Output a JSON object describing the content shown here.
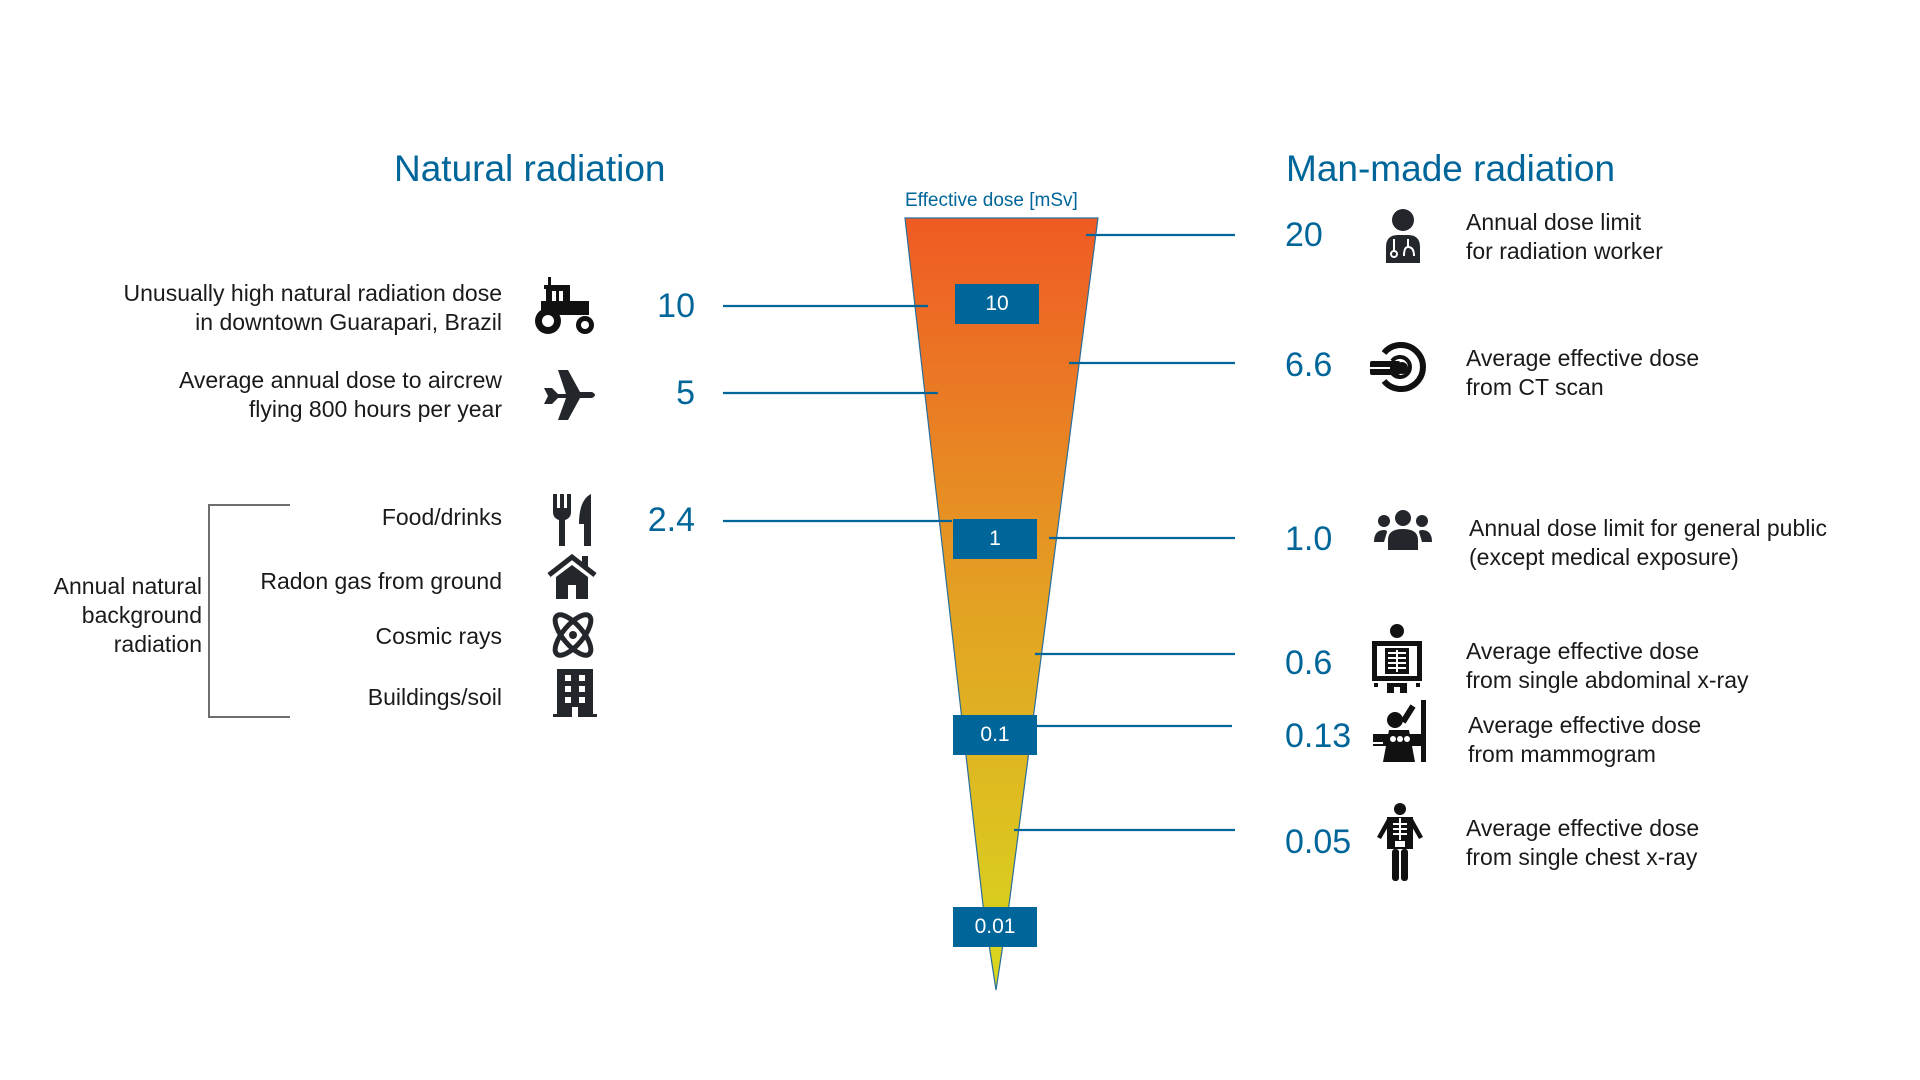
{
  "titles": {
    "natural": "Natural radiation",
    "manmade": "Man-made radiation",
    "axis": "Effective dose [mSv]"
  },
  "scale_markers": [
    "10",
    "1",
    "0.1",
    "0.01"
  ],
  "natural": {
    "items": [
      {
        "value": "10",
        "line1": "Unusually high natural radiation dose",
        "line2": "in downtown Guarapari, Brazil",
        "icon": "tractor-icon"
      },
      {
        "value": "5",
        "line1": "Average annual dose to aircrew",
        "line2": "flying 800 hours per year",
        "icon": "airplane-icon"
      },
      {
        "value": "2.4"
      }
    ],
    "background_group": {
      "label_lines": [
        "Annual natural",
        "background",
        "radiation"
      ],
      "sources": [
        {
          "label": "Food/drinks",
          "icon": "fork-knife-icon"
        },
        {
          "label": "Radon gas from ground",
          "icon": "house-icon"
        },
        {
          "label": "Cosmic rays",
          "icon": "atom-icon"
        },
        {
          "label": "Buildings/soil",
          "icon": "building-icon"
        }
      ]
    }
  },
  "manmade": {
    "items": [
      {
        "value": "20",
        "line1": "Annual dose limit",
        "line2": "for radiation worker",
        "icon": "doctor-icon"
      },
      {
        "value": "6.6",
        "line1": "Average effective dose",
        "line2": "from CT scan",
        "icon": "ct-scanner-icon"
      },
      {
        "value": "1.0",
        "line1": "Annual dose limit for general public",
        "line2": "(except medical exposure)",
        "icon": "group-icon"
      },
      {
        "value": "0.6",
        "line1": "Average effective dose",
        "line2": "from single abdominal x-ray",
        "icon": "abdominal-xray-icon"
      },
      {
        "value": "0.13",
        "line1": "Average effective dose",
        "line2": "from mammogram",
        "icon": "mammogram-icon"
      },
      {
        "value": "0.05",
        "line1": "Average effective dose",
        "line2": "from single chest x-ray",
        "icon": "chest-xray-icon"
      }
    ]
  },
  "colors": {
    "accent": "#00669A",
    "funnel_top": "#F05A24",
    "funnel_bottom": "#D8D51E",
    "bracket": "#6E6E6E"
  },
  "chart_data": {
    "type": "funnel-scale",
    "title": "Effective dose [mSv]",
    "scale": "logarithmic",
    "scale_markers": [
      10,
      1,
      0.1,
      0.01
    ],
    "series": [
      {
        "name": "Natural radiation",
        "points": [
          {
            "label": "Unusually high natural radiation dose in downtown Guarapari, Brazil",
            "value": 10
          },
          {
            "label": "Average annual dose to aircrew flying 800 hours per year",
            "value": 5
          },
          {
            "label": "Annual natural background radiation (Food/drinks, Radon gas from ground, Cosmic rays, Buildings/soil)",
            "value": 2.4
          }
        ]
      },
      {
        "name": "Man-made radiation",
        "points": [
          {
            "label": "Annual dose limit for radiation worker",
            "value": 20
          },
          {
            "label": "Average effective dose from CT scan",
            "value": 6.6
          },
          {
            "label": "Annual dose limit for general public (except medical exposure)",
            "value": 1.0
          },
          {
            "label": "Average effective dose from single abdominal x-ray",
            "value": 0.6
          },
          {
            "label": "Average effective dose from mammogram",
            "value": 0.13
          },
          {
            "label": "Average effective dose from single chest x-ray",
            "value": 0.05
          }
        ]
      }
    ]
  }
}
